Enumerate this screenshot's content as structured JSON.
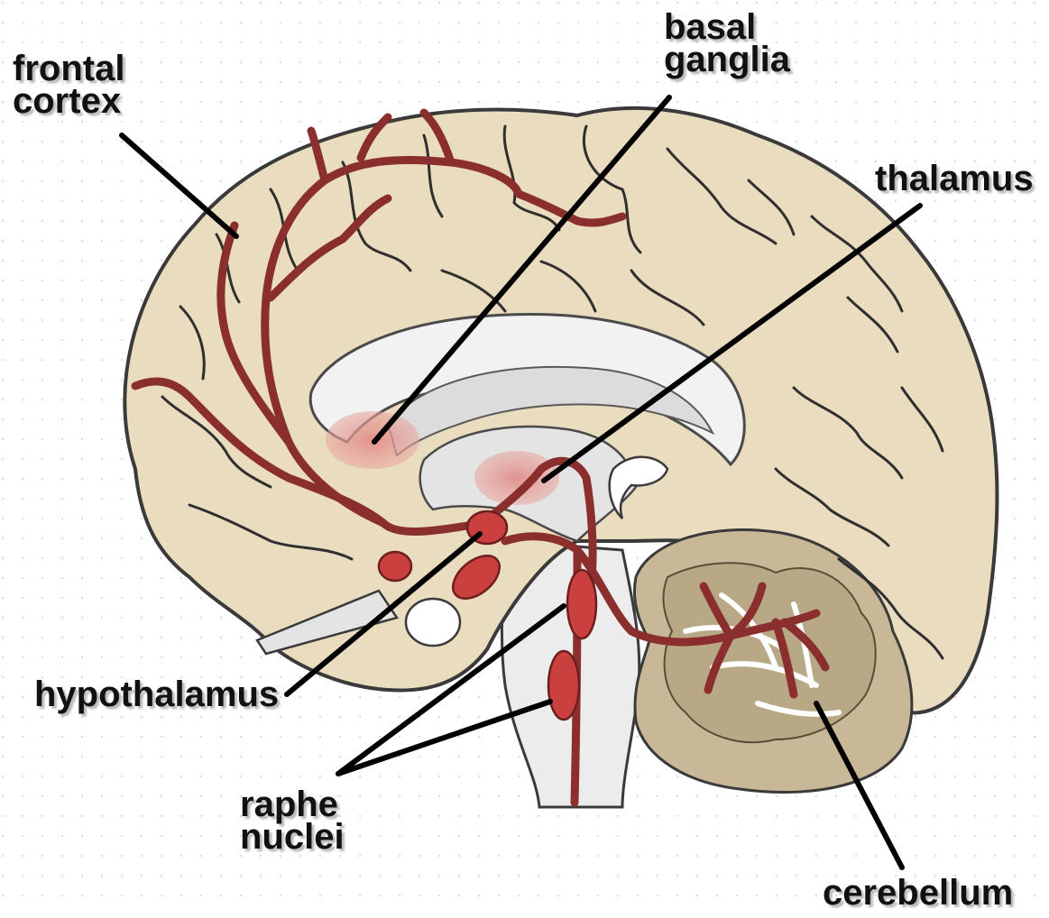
{
  "labels": {
    "frontal_cortex": [
      "frontal",
      "cortex"
    ],
    "basal_ganglia": [
      "basal",
      "ganglia"
    ],
    "thalamus": "thalamus",
    "hypothalamus": "hypothalamus",
    "raphe_nuclei": [
      "raphe",
      "nuclei"
    ],
    "cerebellum": "cerebellum"
  },
  "colors": {
    "brain_fill": "#eadcbf",
    "brain_outline": "#3a3a3a",
    "sulci": "#2f2f2f",
    "pathway": "#a8403d",
    "nucleus": "#c9403f",
    "highlight": "#e9a6a0",
    "white_matter": "#f2f2f2",
    "brainstem": "#e6e6e6",
    "cerebellum_fill": "#c8b897",
    "leader_line": "#000000"
  },
  "icons": [
    "serotonin-pathway",
    "raphe-nuclei-cluster"
  ]
}
